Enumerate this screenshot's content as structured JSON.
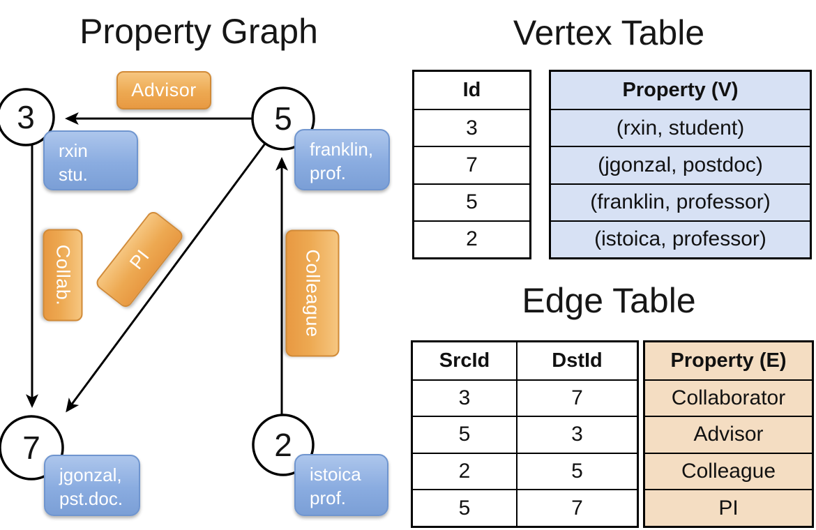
{
  "colors": {
    "edge_label_orange": "#EDA952",
    "vertex_label_blue": "#8AACE0",
    "vertex_table_fill": "#D7E1F4",
    "edge_table_fill": "#F4DDC2",
    "line_black": "#000000"
  },
  "graph": {
    "title": "Property Graph",
    "nodes": [
      {
        "id": "3",
        "label_line1": "rxin",
        "label_line2": "stu."
      },
      {
        "id": "5",
        "label_line1": "franklin,",
        "label_line2": "prof."
      },
      {
        "id": "7",
        "label_line1": "jgonzal,",
        "label_line2": "pst.doc."
      },
      {
        "id": "2",
        "label_line1": "istoica",
        "label_line2": "prof."
      }
    ],
    "edge_labels": [
      {
        "label": "Advisor"
      },
      {
        "label": "Collab."
      },
      {
        "label": "PI"
      },
      {
        "label": "Colleague"
      }
    ]
  },
  "vertex_table": {
    "title": "Vertex Table",
    "columns": {
      "id": "Id",
      "property": "Property (V)"
    },
    "rows": [
      {
        "id": "3",
        "property": "(rxin, student)"
      },
      {
        "id": "7",
        "property": "(jgonzal, postdoc)"
      },
      {
        "id": "5",
        "property": "(franklin, professor)"
      },
      {
        "id": "2",
        "property": "(istoica, professor)"
      }
    ]
  },
  "edge_table": {
    "title": "Edge Table",
    "columns": {
      "src": "SrcId",
      "dst": "DstId",
      "property": "Property (E)"
    },
    "rows": [
      {
        "src": "3",
        "dst": "7",
        "property": "Collaborator"
      },
      {
        "src": "5",
        "dst": "3",
        "property": "Advisor"
      },
      {
        "src": "2",
        "dst": "5",
        "property": "Colleague"
      },
      {
        "src": "5",
        "dst": "7",
        "property": "PI"
      }
    ]
  }
}
